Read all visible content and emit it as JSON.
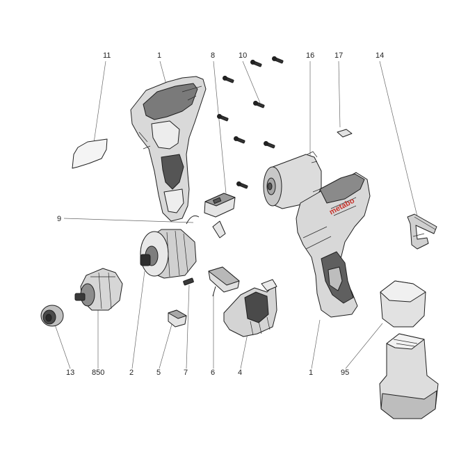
{
  "callouts": [
    {
      "id": "c11",
      "text": "11"
    },
    {
      "id": "c1a",
      "text": "1"
    },
    {
      "id": "c8",
      "text": "8"
    },
    {
      "id": "c10",
      "text": "10"
    },
    {
      "id": "c16",
      "text": "16"
    },
    {
      "id": "c17",
      "text": "17"
    },
    {
      "id": "c14",
      "text": "14"
    },
    {
      "id": "c9",
      "text": "9"
    },
    {
      "id": "c13",
      "text": "13"
    },
    {
      "id": "c850",
      "text": "850"
    },
    {
      "id": "c2",
      "text": "2"
    },
    {
      "id": "c5",
      "text": "5"
    },
    {
      "id": "c7",
      "text": "7"
    },
    {
      "id": "c6",
      "text": "6"
    },
    {
      "id": "c4",
      "text": "4"
    },
    {
      "id": "c1b",
      "text": "1"
    },
    {
      "id": "c95",
      "text": "95"
    }
  ],
  "housing_logo_text": "metabo",
  "colors": {
    "line": "#1e1e1e",
    "gray_light": "#e6e6e6",
    "gray_mid": "#bdbdbd",
    "gray_dark": "#6e6e6e",
    "accent_red": "#c8342c"
  }
}
